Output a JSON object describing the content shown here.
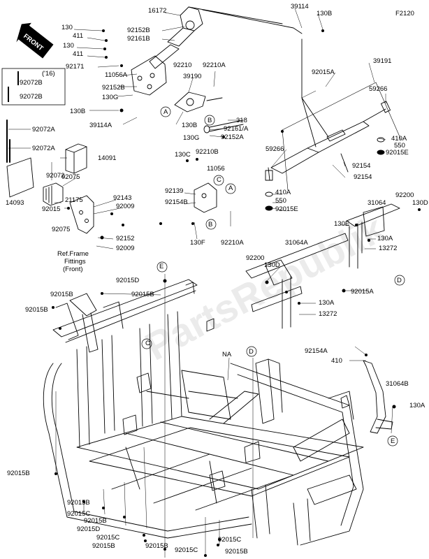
{
  "diagram": {
    "code": "F2120",
    "front_label": "FRONT",
    "year_label": "('16)",
    "ref_note": [
      "Ref.Frame",
      "Fittings",
      "(Front)"
    ],
    "watermark": "PartsRepublik",
    "circle_refs": [
      "A",
      "B",
      "C",
      "D",
      "E"
    ],
    "colors": {
      "line": "#000000",
      "background": "#ffffff",
      "watermark": "#c8c8c8"
    }
  },
  "parts": [
    "16172",
    "39114",
    "130B",
    "F2120",
    "130",
    "411",
    "92152B",
    "92161B",
    "FRONT",
    "130",
    "411",
    "92171",
    "11056A",
    "('16)",
    "92072B",
    "92072B",
    "92210",
    "39190",
    "92210A",
    "92015A",
    "39191",
    "59266",
    "92152B",
    "130G",
    "130B",
    "A",
    "318",
    "39114A",
    "130B",
    "130G",
    "B",
    "92161/A",
    "92152A",
    "92072A",
    "92072A",
    "14091",
    "130C",
    "92210B",
    "11056",
    "C",
    "59266",
    "410A",
    "550",
    "92015E",
    "92072",
    "92075",
    "A",
    "92139",
    "92154B",
    "92154",
    "92154",
    "410A",
    "550",
    "92015E",
    "92200",
    "31064",
    "130D",
    "21175",
    "92143",
    "92009",
    "B",
    "130E",
    "130A",
    "13272",
    "92015",
    "14093",
    "92075",
    "92152",
    "130F",
    "92210A",
    "31064A",
    "92009",
    "92200",
    "130D",
    "D",
    "E",
    "92015A",
    "92015D",
    "92015B",
    "130A",
    "13272",
    "92015B",
    "92015B",
    "C",
    "NA",
    "D",
    "92154A",
    "410",
    "31064B",
    "130A",
    "E",
    "92015B",
    "92015B",
    "92015C",
    "92015B",
    "92015D",
    "92015C",
    "92015B",
    "92015B",
    "92015C",
    "92015B",
    "92015C"
  ]
}
